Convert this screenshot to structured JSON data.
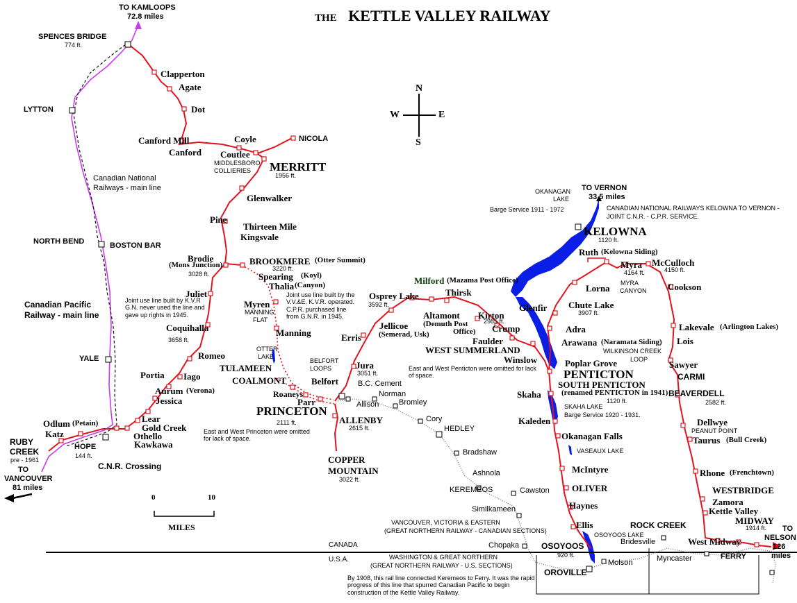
{
  "title": {
    "prefix": "THE",
    "main": "KETTLE VALLEY RAILWAY"
  },
  "compass": {
    "n": "N",
    "s": "S",
    "e": "E",
    "w": "W"
  },
  "scale": {
    "zero": "0",
    "ten": "10",
    "unit": "MILES"
  },
  "border": {
    "north": "CANADA",
    "south": "U.S.A."
  },
  "destinations": {
    "kamloops": [
      "TO KAMLOOPS",
      "72.8 miles"
    ],
    "vernon": [
      "TO VERNON",
      "33.5 miles"
    ],
    "vancouver": [
      "TO",
      "VANCOUVER",
      "81 miles"
    ],
    "nelson": [
      "TO",
      "NELSON",
      "126",
      "miles"
    ]
  },
  "stations": {
    "spences_bridge": "SPENCES BRIDGE",
    "spences_bridge_elev": "774 ft.",
    "clapperton": "Clapperton",
    "agate": "Agate",
    "dot": "Dot",
    "lytton": "LYTTON",
    "canford_mill": "Canford Mill",
    "canford": "Canford",
    "coyle": "Coyle",
    "coutlee": "Coutlee",
    "middlesboro": [
      "MIDDLESBORO",
      "COLLIERIES"
    ],
    "nicola": "NICOLA",
    "merritt": "MERRITT",
    "merritt_elev": "1956 ft.",
    "glenwalker": "Glenwalker",
    "pine": "Pine",
    "thirteen_mile": "Thirteen Mile",
    "kingsvale": "Kingsvale",
    "north_bend": "NORTH BEND",
    "boston_bar": "BOSTON BAR",
    "brodie": "Brodie",
    "brodie_alt": "(Mons Junction)",
    "brodie_elev": "3028 ft.",
    "brookmere": "BROOKMERE",
    "brookmere_alt": "(Otter Summit)",
    "brookmere_elev": "3220 ft.",
    "spearing": "Spearing",
    "spearing_alt": "(Koyl)",
    "thalia": "Thalia",
    "thalia_alt": "(Canyon)",
    "juliet": "Juliet",
    "myren": "Myren",
    "manning_flat": [
      "MANNING",
      "FLAT"
    ],
    "coquihalla": "Coquihalla",
    "coquihalla_elev": "3658 ft.",
    "manning": "Manning",
    "otter_lake": [
      "OTTER",
      "LAKE"
    ],
    "romeo": "Romeo",
    "tulameen": "TULAMEEN",
    "yale": "YALE",
    "iago": "Iago",
    "portia": "Portia",
    "aurum": "Aurum",
    "aurum_alt": "(Verona)",
    "coalmont": "COALMONT",
    "jessica": "Jessica",
    "belfort_loops": [
      "BELFORT",
      "LOOPS"
    ],
    "belfort": "Belfort",
    "roaneys": "Roaneys",
    "parr": "Parr",
    "princeton": "PRINCETON",
    "princeton_elev": "2111 ft.",
    "lear": "Lear",
    "gold_creek": "Gold Creek",
    "othello": "Othello",
    "kawkawa": "Kawkawa",
    "odlum": "Odlum",
    "odlum_alt": "(Petain)",
    "katz": "Katz",
    "ruby_creek": [
      "RUBY",
      "CREEK"
    ],
    "ruby_creek_note": "pre - 1961",
    "hope": "HOPE",
    "hope_elev": "144 ft.",
    "cnr_crossing": "C.N.R. Crossing",
    "allenby": "ALLENBY",
    "allenby_elev": "2615 ft.",
    "copper_mountain": [
      "COPPER",
      "MOUNTAIN"
    ],
    "copper_mountain_elev": "3022 ft.",
    "bc_cement": "B.C. Cement",
    "allison": "Allison",
    "norman": "Norman",
    "bromley": "Bromley",
    "cory": "Cory",
    "hedley": "HEDLEY",
    "bradshaw": "Bradshaw",
    "ashnola": "Ashnola",
    "keremeos": "KEREMEOS",
    "cawston": "Cawston",
    "similkameen": "Similkameen",
    "chopaka": "Chopaka",
    "jura": "Jura",
    "jura_elev": "3051 ft.",
    "erris": "Erris",
    "osprey_lake": "Osprey Lake",
    "osprey_lake_elev": "3592 ft.",
    "jellicoe": "Jellicoe",
    "jellicoe_alt": "(Semerad, Usk)",
    "milford": "Milford",
    "milford_alt": "(Mazama Post Office)",
    "thirsk": "Thirsk",
    "altamont": "Altamont",
    "altamont_alt": [
      "(Demuth Post",
      "Office)"
    ],
    "kirton": "Kirton",
    "kirton_elev": "2985 ft.",
    "crump": "Crump",
    "faulder": "Faulder",
    "west_summerland": "WEST SUMMERLAND",
    "winslow": "Winslow",
    "okanagan_lake": [
      "OKANAGAN",
      "LAKE"
    ],
    "barge_service_1": "Barge Service 1911 - 1972",
    "cnr_note": [
      "CANADIAN NATIONAL RAILWAYS KELOWNA TO VERNON -",
      "JOINT C.N.R. - C.P.R. SERVICE."
    ],
    "kelowna": "KELOWNA",
    "kelowna_elev": "1120 ft.",
    "ruth": "Ruth",
    "ruth_alt": "(Kelowna Siding)",
    "myra": "Myra",
    "myra_elev": "4164 ft.",
    "myra_canyon": [
      "MYRA",
      "CANYON"
    ],
    "mcculloch": "McCulloch",
    "mcculloch_elev": "4150 ft.",
    "lorna": "Lorna",
    "cookson": "Cookson",
    "glenfir": "Glenfir",
    "chute_lake": "Chute Lake",
    "chute_lake_elev": "3907 ft.",
    "adra": "Adra",
    "lakevale": "Lakevale",
    "lakevale_alt": "(Arlington Lakes)",
    "arawana": "Arawana",
    "arawana_alt": "(Naramata Siding)",
    "wilkinson": [
      "WILKINSON CREEK",
      "LOOP"
    ],
    "lois": "Lois",
    "sawyer": "Sawyer",
    "carmi": "CARMI",
    "poplar_grove": "Poplar Grove",
    "penticton": "PENTICTON",
    "south_penticton": "SOUTH PENTICTON",
    "south_penticton_alt": "(renamed PENTICTON in 1941)",
    "south_penticton_elev": "1120 ft.",
    "skaha": "Skaha",
    "skaha_lake": "SKAHA LAKE",
    "barge_service_2": "Barge Service 1920 - 1931.",
    "beaverdell": "BEAVERDELL",
    "beaverdell_elev": "2582 ft.",
    "kaleden": "Kaleden",
    "dellwye": "Dellwye",
    "peanut_point": "PEANUT POINT",
    "taurus": "Taurus",
    "taurus_alt": "(Bull Creek)",
    "okanagan_falls": "Okanagan Falls",
    "vaseaux_lake": "VASEAUX LAKE",
    "mcintyre": "McIntyre",
    "oliver": "OLIVER",
    "rhone": "Rhone",
    "rhone_alt": "(Frenchtown)",
    "haynes": "Haynes",
    "westbridge": "WESTBRIDGE",
    "zamora": "Zamora",
    "kettle_valley": "Kettle Valley",
    "ellis": "Ellis",
    "osoyoos_lake": "OSOYOOS LAKE",
    "osoyoos": "OSOYOOS",
    "osoyoos_elev": "920 ft.",
    "rock_creek": "ROCK CREEK",
    "bridesville": "Bridesville",
    "west_midway": "West Midway",
    "midway": "MIDWAY",
    "midway_elev": "1914 ft.",
    "oroville": "OROVILLE",
    "molson": "Molson",
    "myncaster": "Myncaster",
    "ferry": "FERRY"
  },
  "notes": {
    "cn_main": [
      "Canadian National",
      "Railways - main line"
    ],
    "cp_main": [
      "Canadian Pacific",
      "Railway - main line"
    ],
    "kvr_gn": "Joint use line built by K.V.R G.N. never used the line and gave up rights in 1945.",
    "vve": "Joint use line built by the V.V.&E. K.V.R. operated. C.P.R. purchased line from G.N.R. in 1945.",
    "princeton_omit": "East and West Princeton were omitted for lack of space.",
    "penticton_omit": "East and West Penticton were omitted for lack of space.",
    "vve_sections": [
      "VANCOUVER, VICTORIA & EASTERN",
      "(GREAT NORTHERN RAILWAY - CANADIAN SECTIONS)"
    ],
    "wgn_sections": [
      "WASHINGTON & GREAT NORTHERN",
      "(GREAT NORTHERN RAILWAY - U.S. SECTIONS)"
    ],
    "ferry_note": "By 1908, this rail line connected Keremeos to Ferry.  It was the rapid progress of this line that spurred Canadian Pacific to begin construction of the Kettle Valley Railway."
  },
  "colors": {
    "kvr": "#e0141e",
    "cpr": "#c83cf0",
    "lake": "#0a1ee6",
    "cnr": "#111111",
    "gn": "#888888"
  }
}
